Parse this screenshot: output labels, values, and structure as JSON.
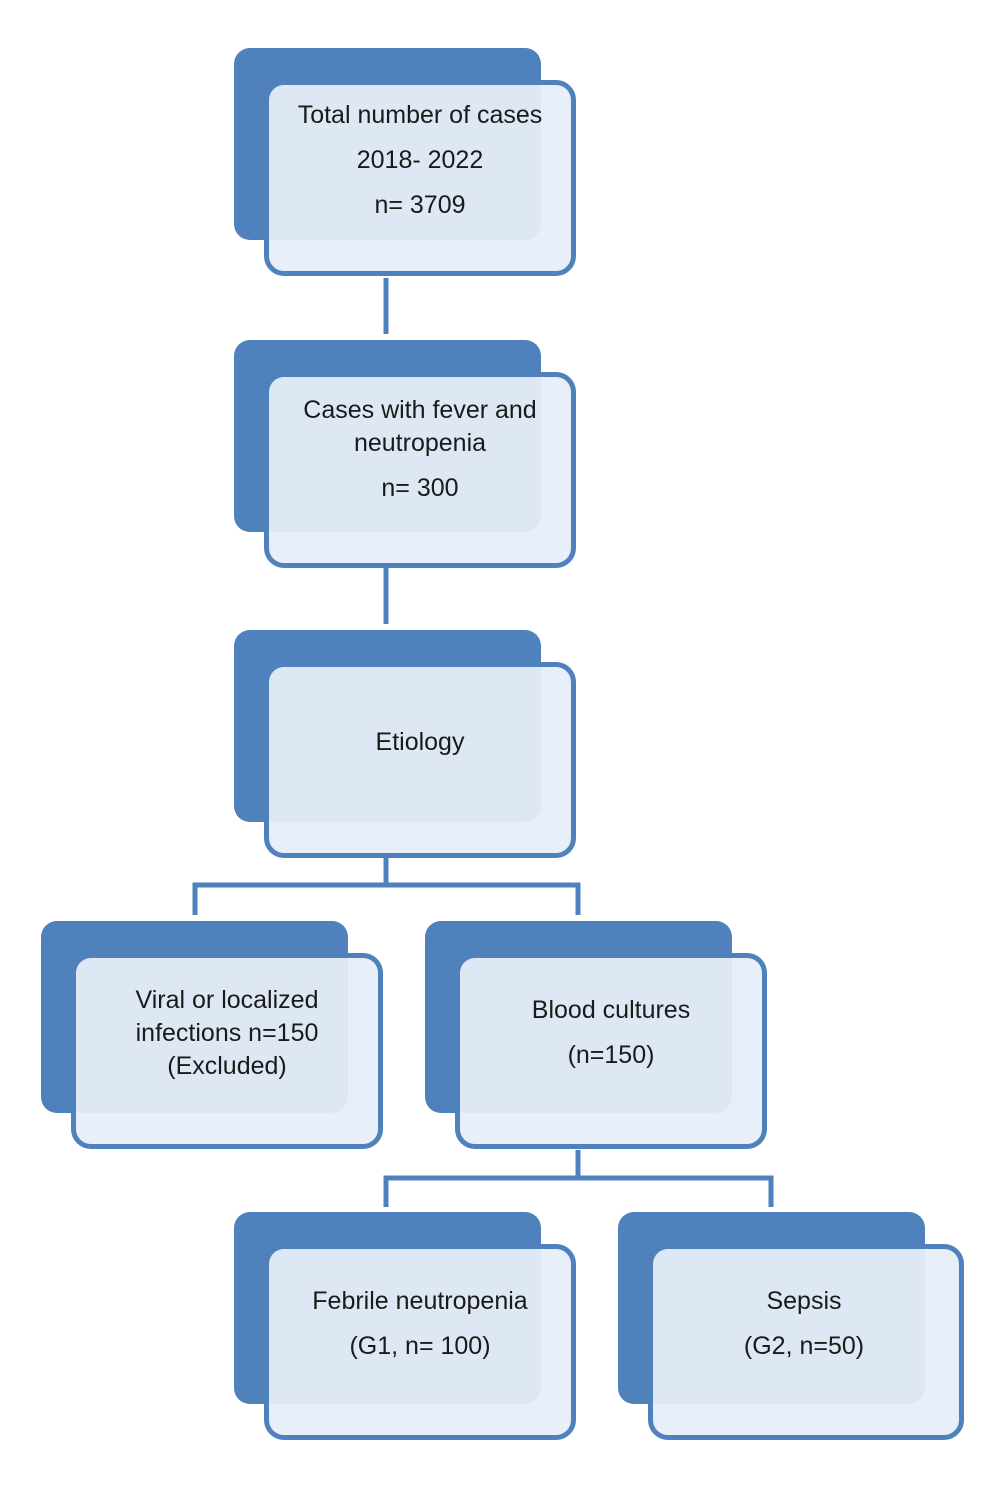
{
  "diagram": {
    "nodes": {
      "total": {
        "lines": [
          "Total number of cases",
          "2018- 2022",
          "n= 3709"
        ]
      },
      "fever": {
        "lines": [
          "Cases  with fever and",
          "neutropenia",
          "n= 300"
        ]
      },
      "etiology": {
        "lines": [
          "Etiology"
        ]
      },
      "viral": {
        "lines": [
          "Viral or localized",
          "infections  n=150",
          "(Excluded)"
        ]
      },
      "blood": {
        "lines": [
          "Blood cultures",
          "(n=150)"
        ]
      },
      "febrile": {
        "lines": [
          "Febrile neutropenia",
          "(G1, n= 100)"
        ]
      },
      "sepsis": {
        "lines": [
          "Sepsis",
          "(G2, n=50)"
        ]
      }
    },
    "edges": [
      {
        "from": "total",
        "to": "fever"
      },
      {
        "from": "fever",
        "to": "etiology"
      },
      {
        "from": "etiology",
        "to": "viral"
      },
      {
        "from": "etiology",
        "to": "blood"
      },
      {
        "from": "blood",
        "to": "febrile"
      },
      {
        "from": "blood",
        "to": "sepsis"
      }
    ],
    "colors": {
      "box": "#4f81bd",
      "fill": "#e8eef8",
      "text": "#1a1a1a"
    }
  }
}
